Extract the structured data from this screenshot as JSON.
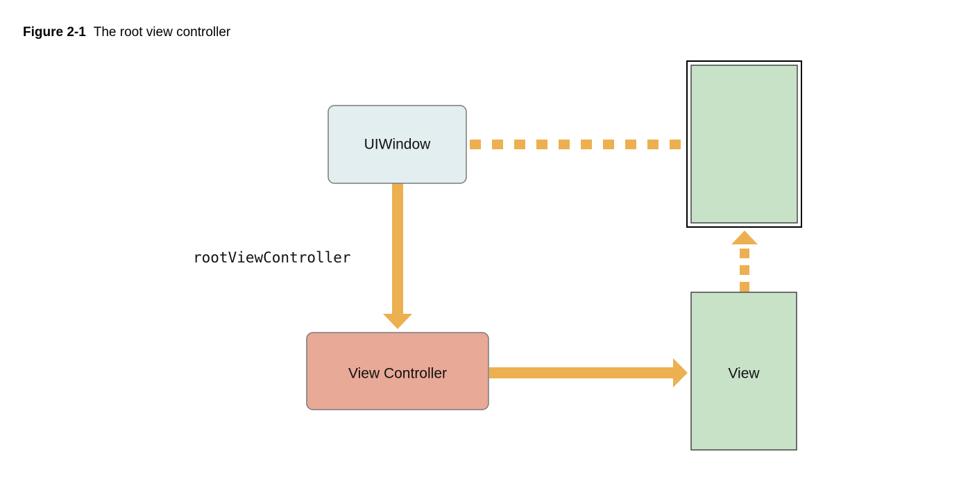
{
  "caption": {
    "number": "Figure 2-1",
    "title": "The root view controller"
  },
  "nodes": {
    "window": {
      "label": "UIWindow",
      "fill": "#e3eef0"
    },
    "view_controller": {
      "label": "View Controller",
      "fill": "#e8a996"
    },
    "view": {
      "label": "View",
      "fill": "#c8e2c8"
    },
    "window_content": {
      "fill": "#c8e2c8"
    }
  },
  "edges": {
    "root_view_controller": {
      "label": "rootViewController"
    }
  },
  "colors": {
    "arrow": "#ecb050",
    "border": "#7a7a7a"
  }
}
